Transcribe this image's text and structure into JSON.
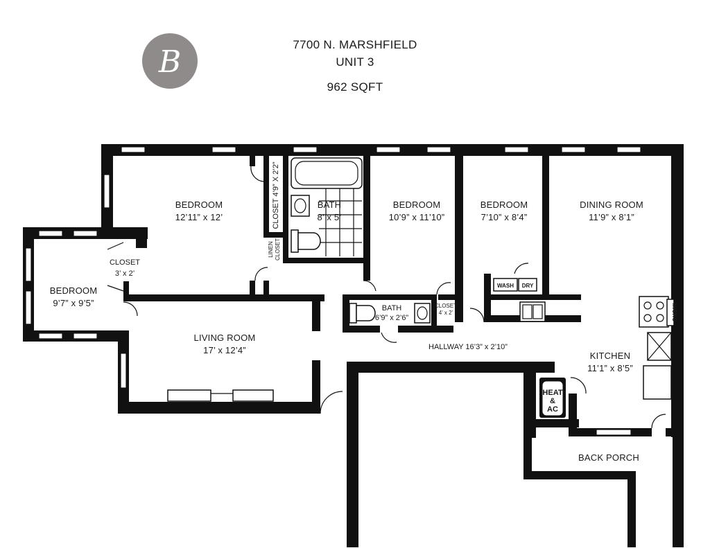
{
  "header": {
    "address": "7700 N. MARSHFIELD",
    "unit": "UNIT 3",
    "area": "962 SQFT",
    "logo_letter": "B",
    "logo_color": "#8e8b8a"
  },
  "rooms": {
    "bedroom_1": {
      "name": "BEDROOM",
      "dims": "12’11” x 12’"
    },
    "closet_1": {
      "name": "CLOSET 4’9” X 2’2”"
    },
    "linen_closet": {
      "line1": "LINEN",
      "line2": "CLOSET"
    },
    "bath_1": {
      "name": "BATH",
      "dims": "8’ x 5’"
    },
    "bedroom_2": {
      "name": "BEDROOM",
      "dims": "10’9” x 11’10”"
    },
    "bedroom_3": {
      "name": "BEDROOM",
      "dims": "7’10” x 8’4”"
    },
    "dining_room": {
      "name": "DINING ROOM",
      "dims": "11’9” x 8’1”"
    },
    "closet_2": {
      "name": "CLOSET",
      "dims": "3’ x 2’"
    },
    "bedroom_4": {
      "name": "BEDROOM",
      "dims": "9’7” x 9’5”"
    },
    "living_room": {
      "name": "LIVING ROOM",
      "dims": "17’ x 12’4”"
    },
    "bath_2": {
      "name": "BATH",
      "dims": "6’9” x 2’6”"
    },
    "closet_3": {
      "name": "CLOSET",
      "dims": "4’ x 2’"
    },
    "hallway": {
      "name": "HALLWAY 16’3” x 2’10”"
    },
    "kitchen": {
      "name": "KITCHEN",
      "dims": "11’1” x 8’5”"
    },
    "heat_ac": {
      "line1": "HEAT",
      "line2": "&",
      "line3": "AC"
    },
    "back_porch": {
      "name": "BACK PORCH"
    }
  },
  "fixtures": {
    "wash": "WASH",
    "dry": "DRY",
    "micro": "MICRO"
  }
}
